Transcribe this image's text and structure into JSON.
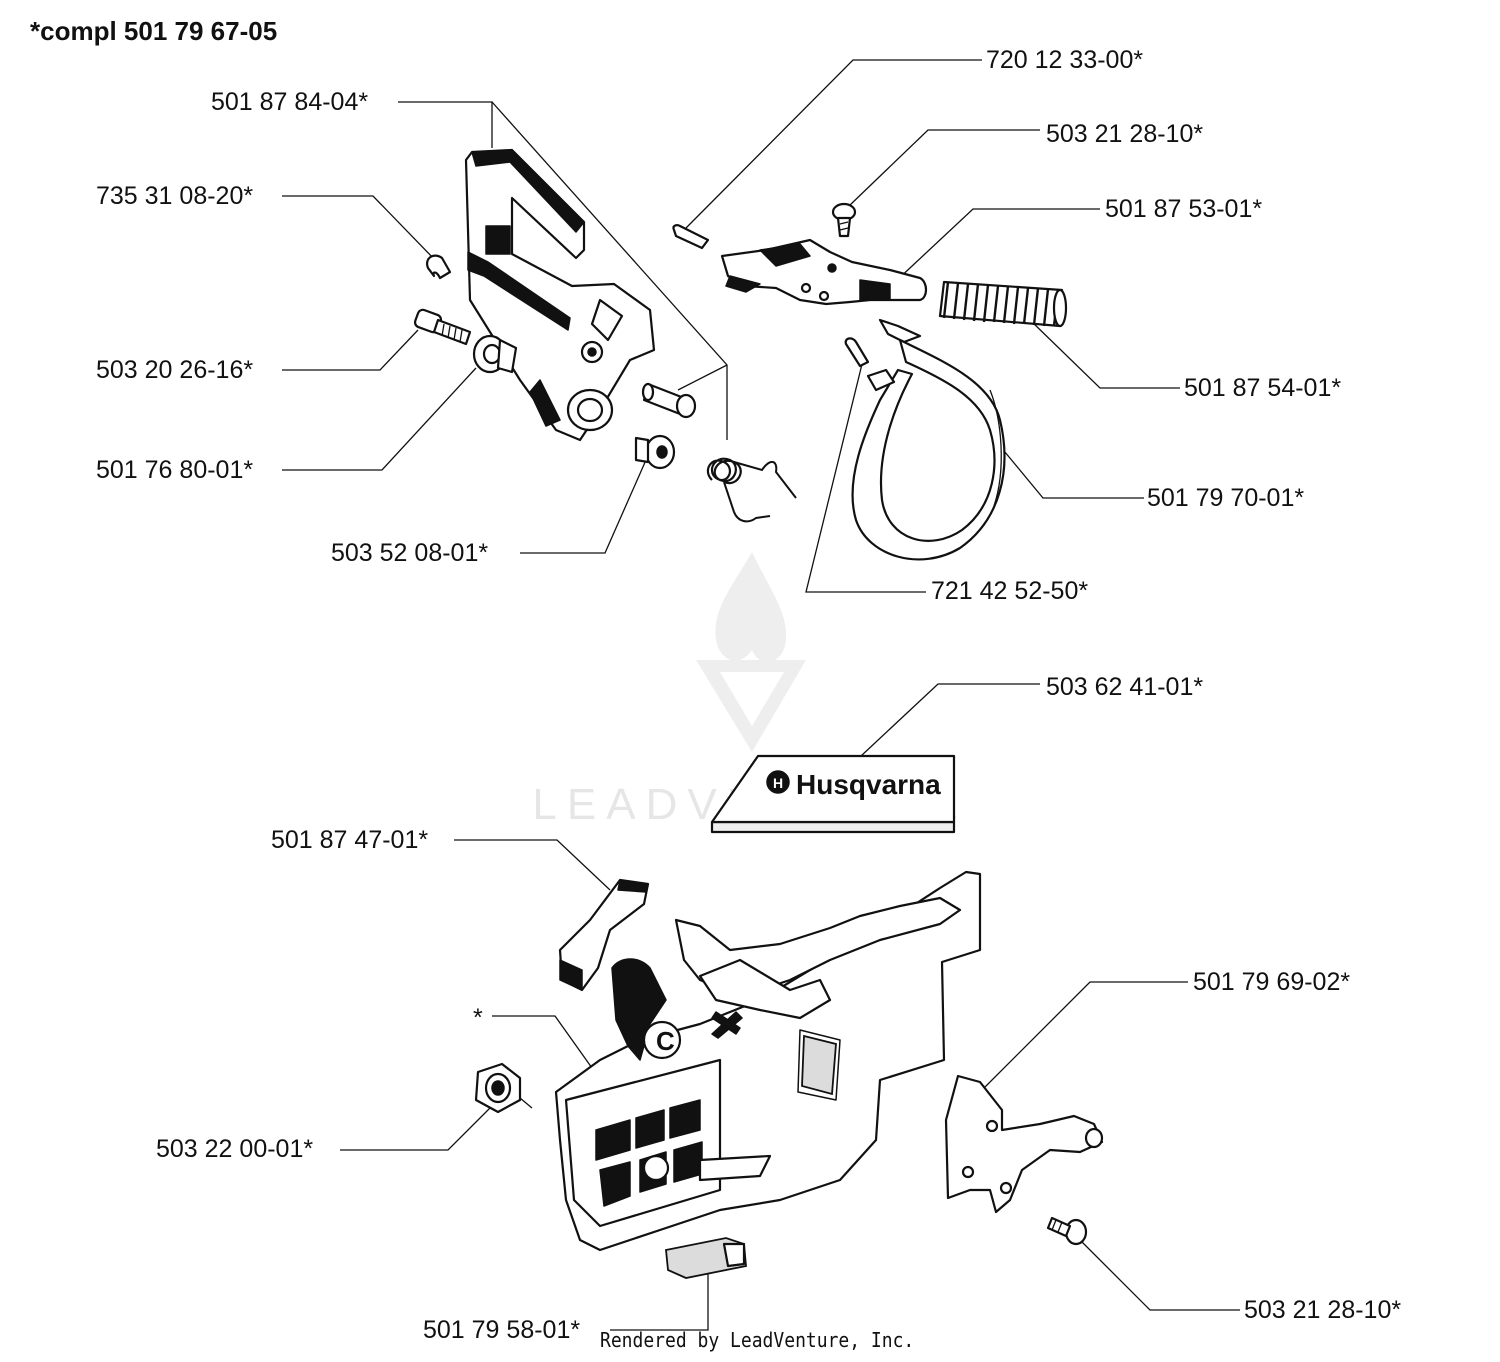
{
  "diagram": {
    "title": "*compl 501 79 67-05",
    "logo_text": "Husqvarna",
    "watermark_text": "LEADVENTURE",
    "footer": "Rendered by LeadVenture, Inc.",
    "callouts": [
      {
        "id": "c1",
        "label": "501 87 84-04*"
      },
      {
        "id": "c2",
        "label": "735 31 08-20*"
      },
      {
        "id": "c3",
        "label": "503 20 26-16*"
      },
      {
        "id": "c4",
        "label": "501 76 80-01*"
      },
      {
        "id": "c5",
        "label": "503 52 08-01*"
      },
      {
        "id": "c6",
        "label": "720 12 33-00*"
      },
      {
        "id": "c7",
        "label": "503 21 28-10*"
      },
      {
        "id": "c8",
        "label": "501 87 53-01*"
      },
      {
        "id": "c9",
        "label": "501 87 54-01*"
      },
      {
        "id": "c10",
        "label": "501 79 70-01*"
      },
      {
        "id": "c11",
        "label": "721 42 52-50*"
      },
      {
        "id": "c12",
        "label": "503 62 41-01*"
      },
      {
        "id": "c13",
        "label": "501 87 47-01*"
      },
      {
        "id": "c14",
        "label": "*"
      },
      {
        "id": "c15",
        "label": "503 22 00-01*"
      },
      {
        "id": "c16",
        "label": "501 79 69-02*"
      },
      {
        "id": "c17",
        "label": "503 21 28-10*"
      },
      {
        "id": "c18",
        "label": "501 79 58-01*"
      }
    ]
  }
}
